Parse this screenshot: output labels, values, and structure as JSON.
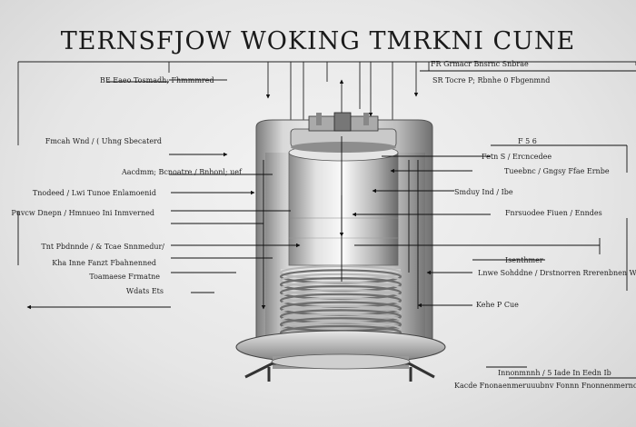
{
  "title": "TERNSFJOW WOKING TMRKNI CUNE",
  "header_labels": {
    "top_left": "BE Eaeo Tosmadh; Fhmmmred",
    "top_right": "FR Grmacr Bnsrnc Snbrae",
    "top_right_2": "SR Tocre P; Rbnhe 0 Fbgenmnd"
  },
  "left_labels": [
    "Fmcah Wnd / ( Uhng Sbecaterd",
    "Aacdmm; Bcnoatre / Bnhonl; uef",
    "Tnodeed / Lwi Tunoe Enlamoenid",
    "Puvcw Dnepn / Hmnueo Ini Inmverned",
    "Tnt Pbdnnde / & Tcae Snnmedur/",
    "Kha Inne Fanzt Fbahnenned",
    "Toamaese Frmatne",
    "Wdats Ets"
  ],
  "right_labels": [
    "F 5 6",
    "Fetn S / Ercncedee",
    "Tueebnc / Gngsy Ffae Ernbe",
    "Smduy Ind / Ibe",
    "Fnrsuodee Fiuen / Enndes",
    "Isenthmer",
    "Lnwe Sohddne / Drstnorren Rrerenbnen Wy",
    "Kehe P Cue"
  ],
  "footer_labels": [
    "Innonmnnh / 5 Iade In Eedn Ib",
    "Kacde Fnonaenmeruuubnv Fonnn Fnonnenmernomuvnnn"
  ],
  "icons": {
    "arrow": "arrowhead-icon",
    "coil": "coil-windings-icon",
    "cap": "top-cap-assembly-icon"
  }
}
